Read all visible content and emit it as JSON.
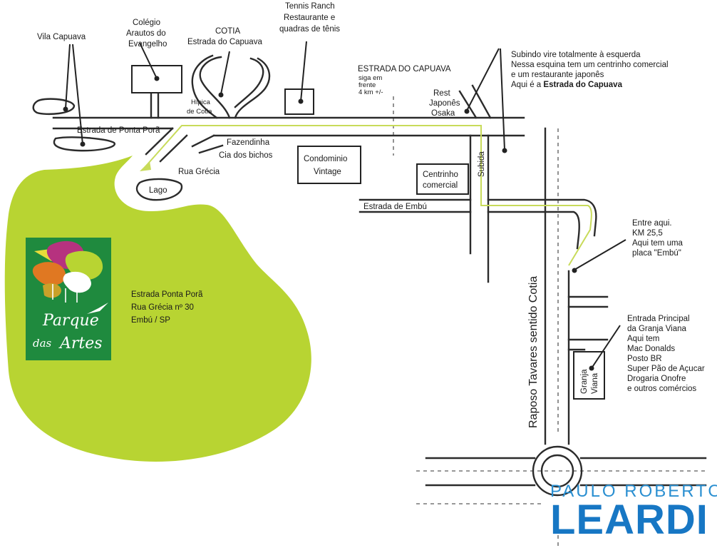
{
  "labels": {
    "vila_capuava": "Vila Capuava",
    "colegio": [
      "Colégio",
      "Arautos do",
      "Evangelho"
    ],
    "cotia": [
      "COTIA",
      "Estrada do Capuava"
    ],
    "tennis": [
      "Tennis Ranch",
      "Restaurante e",
      "quadras de tênis"
    ],
    "estrada_capuava": "ESTRADA DO CAPUAVA",
    "siga": [
      "siga em",
      "frente",
      "4 km +/-"
    ],
    "subindo": [
      "Subindo vire totalmente à esquerda",
      "Nessa esquina tem um centrinho comercial",
      "e um restaurante japonês"
    ],
    "aqui_e": "Aqui é a ",
    "aqui_e_bold": "Estrada do Capuava",
    "hipica": [
      "Hípica",
      "de Cotia"
    ],
    "rest": [
      "Rest",
      "Japonês",
      "Osaka"
    ],
    "estrada_ponta_pora": "Estrada de Ponta Porã",
    "fazendinha": [
      "Fazendinha",
      "Cia dos bichos"
    ],
    "condominio": [
      "Condominio",
      "Vintage"
    ],
    "centrinho": [
      "Centrinho",
      "comercial"
    ],
    "subida": "Subida",
    "rua_grecia": "Rua Grécia",
    "lago": "Lago",
    "estrada_embu": "Estrada de Embú",
    "entre_aqui": [
      "Entre aqui.",
      "KM 25,5",
      "Aqui tem uma",
      "placa \"Embú\""
    ],
    "address": [
      "Estrada Ponta Porã",
      "Rua Grécia nº 30",
      "Embú / SP"
    ],
    "raposo": "Raposo Tavares sentido Cotia",
    "entrada": [
      "Entrada Principal",
      "da Granja Viana",
      "Aqui tem",
      "Mac Donalds",
      "Posto BR",
      "Super Pão de Açucar",
      "Drogaria Onofre",
      "e outros comércios"
    ],
    "granja": [
      "Granja",
      "Viana"
    ]
  },
  "logo": [
    "Parque",
    "das",
    "Artes"
  ],
  "watermark": {
    "line1": "PAULO ROBERTO",
    "line2": "LEARDI"
  },
  "colors": {
    "park": "#b8d432",
    "logo_bg": "#1f8a3e",
    "route": "#c8db5a",
    "watermark": "#1777c4"
  }
}
